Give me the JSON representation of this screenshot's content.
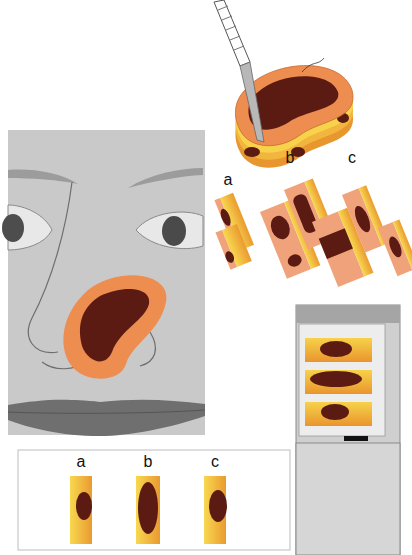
{
  "diagram": {
    "labels": [
      "a",
      "b",
      "c",
      "a",
      "b",
      "c"
    ]
  }
}
